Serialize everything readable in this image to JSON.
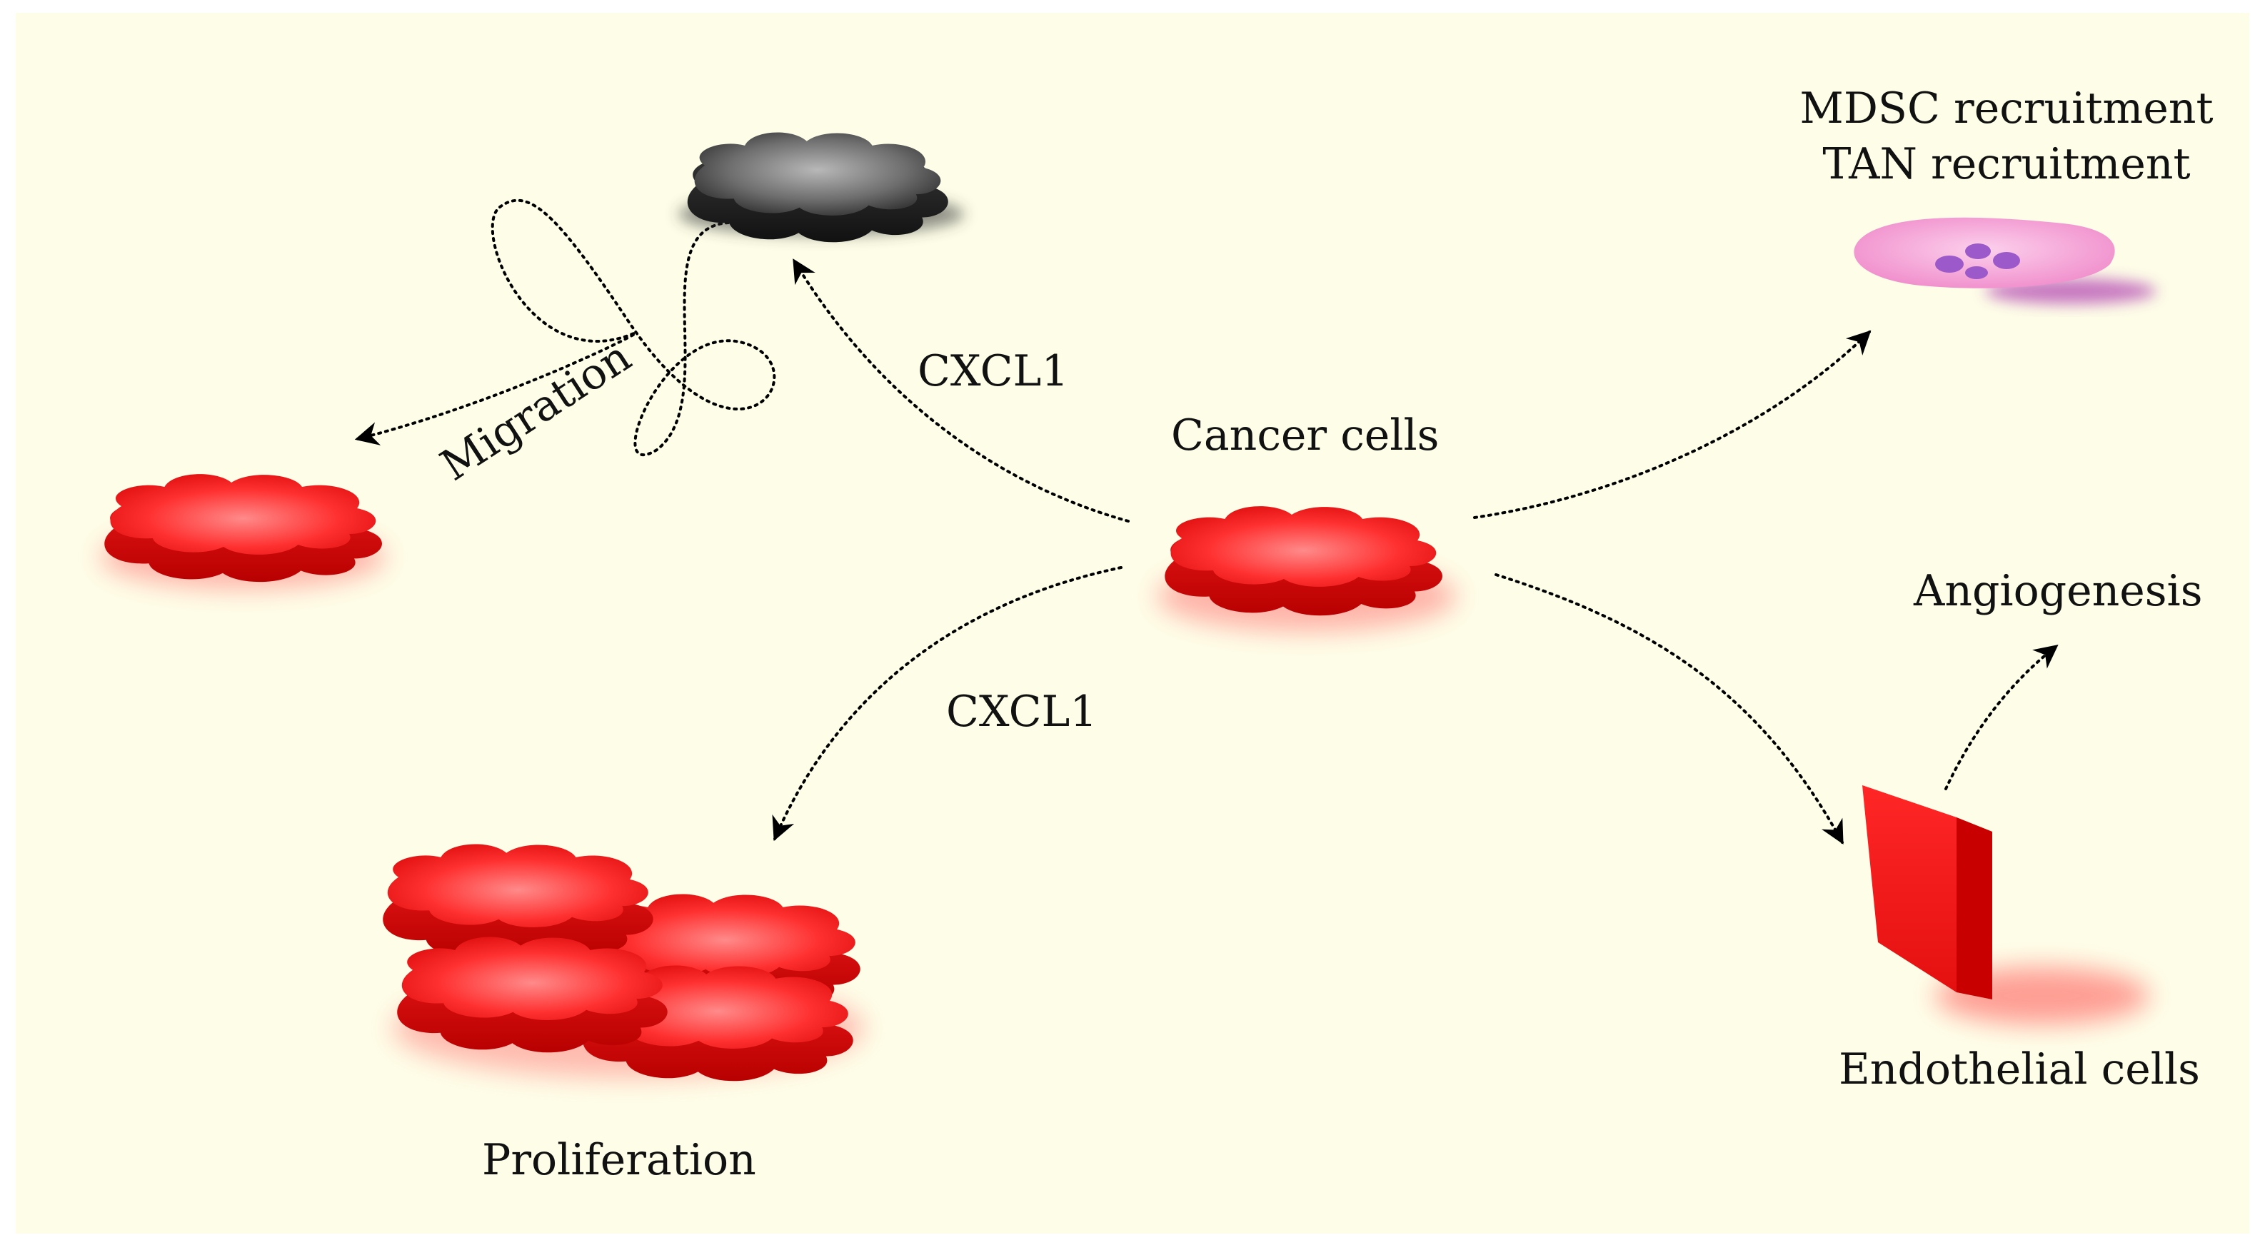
{
  "labels": {
    "mdsc": "MDSC recruitment",
    "tan": "TAN recruitment",
    "cxcl1_top": "CXCL1",
    "cancer_cells": "Cancer cells",
    "migration": "Migration",
    "angiogenesis": "Angiogenesis",
    "cxcl1_bottom": "CXCL1",
    "endothelial": "Endothelial cells",
    "proliferation": "Proliferation"
  },
  "colors": {
    "background": "#FEFEE8",
    "cancer_cell": "#FF2020",
    "immune_cell": "#555555",
    "neutrophil": "#F7A6D8",
    "neutrophil_nucleus": "#9B59C9",
    "endothelial": "#FF2020"
  },
  "icons": [
    "cancer-cell-icon",
    "immune-cell-icon",
    "neutrophil-icon",
    "endothelial-cell-icon",
    "dotted-arrow-icon"
  ]
}
